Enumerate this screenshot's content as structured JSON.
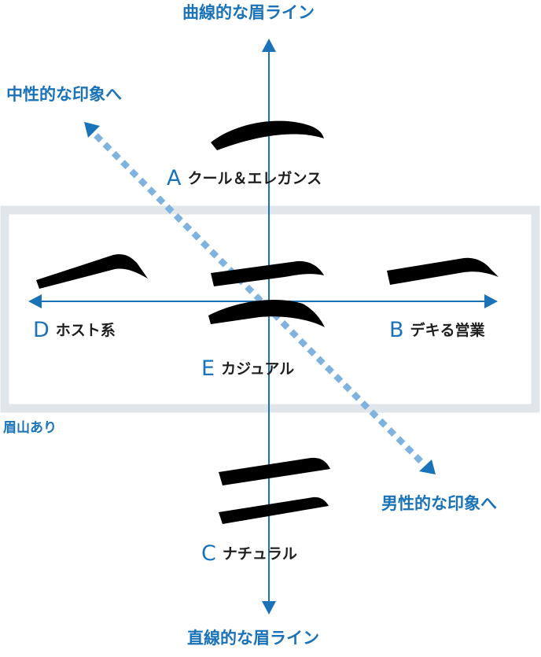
{
  "axis_top": "曲線的な眉ライン",
  "axis_bottom": "直線的な眉ライン",
  "diag_start": "中性的な印象へ",
  "diag_end": "男性的な印象へ",
  "region_label": "眉山あり",
  "types": {
    "a": {
      "letter": "A",
      "name": "クール＆エレガンス"
    },
    "b": {
      "letter": "B",
      "name": "デキる営業"
    },
    "c": {
      "letter": "C",
      "name": "ナチュラル"
    },
    "d": {
      "letter": "D",
      "name": "ホスト系"
    },
    "e": {
      "letter": "E",
      "name": "カジュアル"
    }
  },
  "colors": {
    "accent": "#1a72b8",
    "diagonal": "#7fb2df",
    "box_border": "#e1e6ea",
    "brow": "#000000"
  }
}
